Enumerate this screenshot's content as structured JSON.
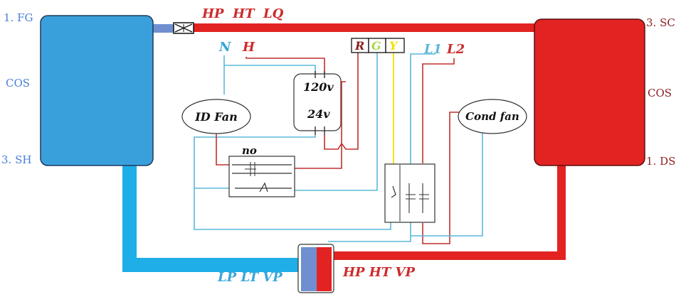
{
  "labels": {
    "fg": "1. FG",
    "cos_left": "COS",
    "sh": "3. SH",
    "sc": "3. SC",
    "cos_right": "COS",
    "ds": "1. DS",
    "top_line": "HP  HT  LQ",
    "n": "N",
    "h": "H",
    "r": "R",
    "g": "G",
    "y": "Y",
    "l1": "L1",
    "l2": "L2",
    "v120": "120v",
    "v24": "24v",
    "id_fan": "ID Fan",
    "cond_fan": "Cond fan",
    "no": "no",
    "lp_lt_vp": "LP LT VP",
    "hp_ht_vp": "HP HT VP"
  },
  "colors": {
    "evaporator": "#3aa0dc",
    "condenser": "#e32222",
    "suction_line": "#1faee8",
    "liquid_line": "#e32222",
    "wire_blue": "#5ab8d8",
    "wire_red": "#c0302e",
    "wire_yellow": "#f2e000",
    "compressor_blue": "#6f8fd0"
  }
}
